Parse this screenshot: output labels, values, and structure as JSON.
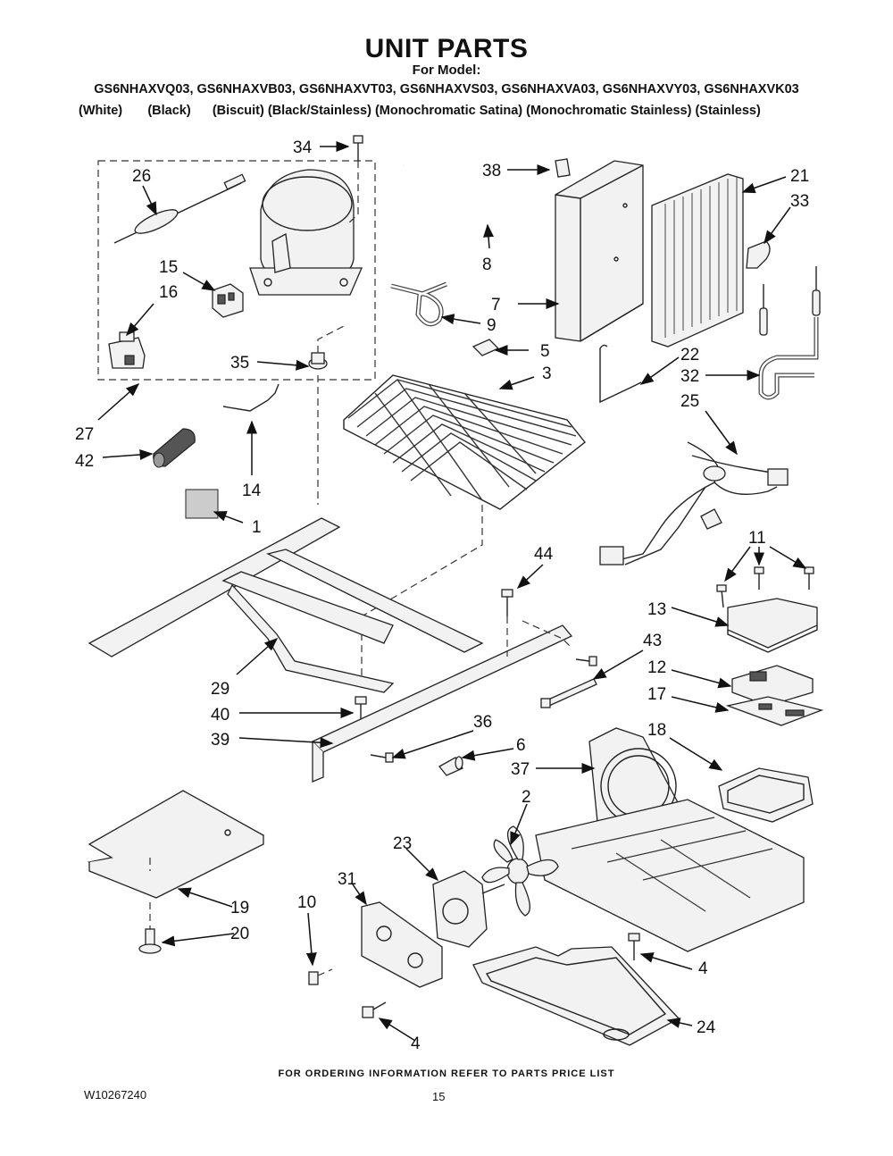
{
  "header": {
    "title": "UNIT PARTS",
    "subtitle": "For Model:",
    "models": "GS6NHAXVQ03, GS6NHAXVB03, GS6NHAXVT03, GS6NHAXVS03, GS6NHAXVA03, GS6NHAXVY03, GS6NHAXVK03",
    "colors": "(White)       (Black)      (Biscuit) (Black/Stainless) (Monochromatic Satina) (Monochromatic Stainless) (Stainless)"
  },
  "callouts": {
    "c1": "1",
    "c2": "2",
    "c3": "3",
    "c4a": "4",
    "c4b": "4",
    "c5": "5",
    "c6": "6",
    "c7": "7",
    "c8": "8",
    "c9": "9",
    "c10": "10",
    "c11": "11",
    "c12": "12",
    "c13": "13",
    "c14": "14",
    "c15": "15",
    "c16": "16",
    "c17": "17",
    "c18": "18",
    "c19": "19",
    "c20": "20",
    "c21": "21",
    "c22": "22",
    "c23": "23",
    "c24": "24",
    "c25": "25",
    "c26": "26",
    "c27": "27",
    "c29": "29",
    "c31": "31",
    "c32": "32",
    "c33": "33",
    "c34": "34",
    "c35": "35",
    "c36": "36",
    "c37": "37",
    "c38": "38",
    "c39": "39",
    "c40": "40",
    "c42": "42",
    "c43": "43",
    "c44": "44"
  },
  "footer": {
    "ordering_note": "FOR ORDERING INFORMATION REFER TO PARTS PRICE LIST",
    "doc_id": "W10267240",
    "page_number": "15"
  }
}
